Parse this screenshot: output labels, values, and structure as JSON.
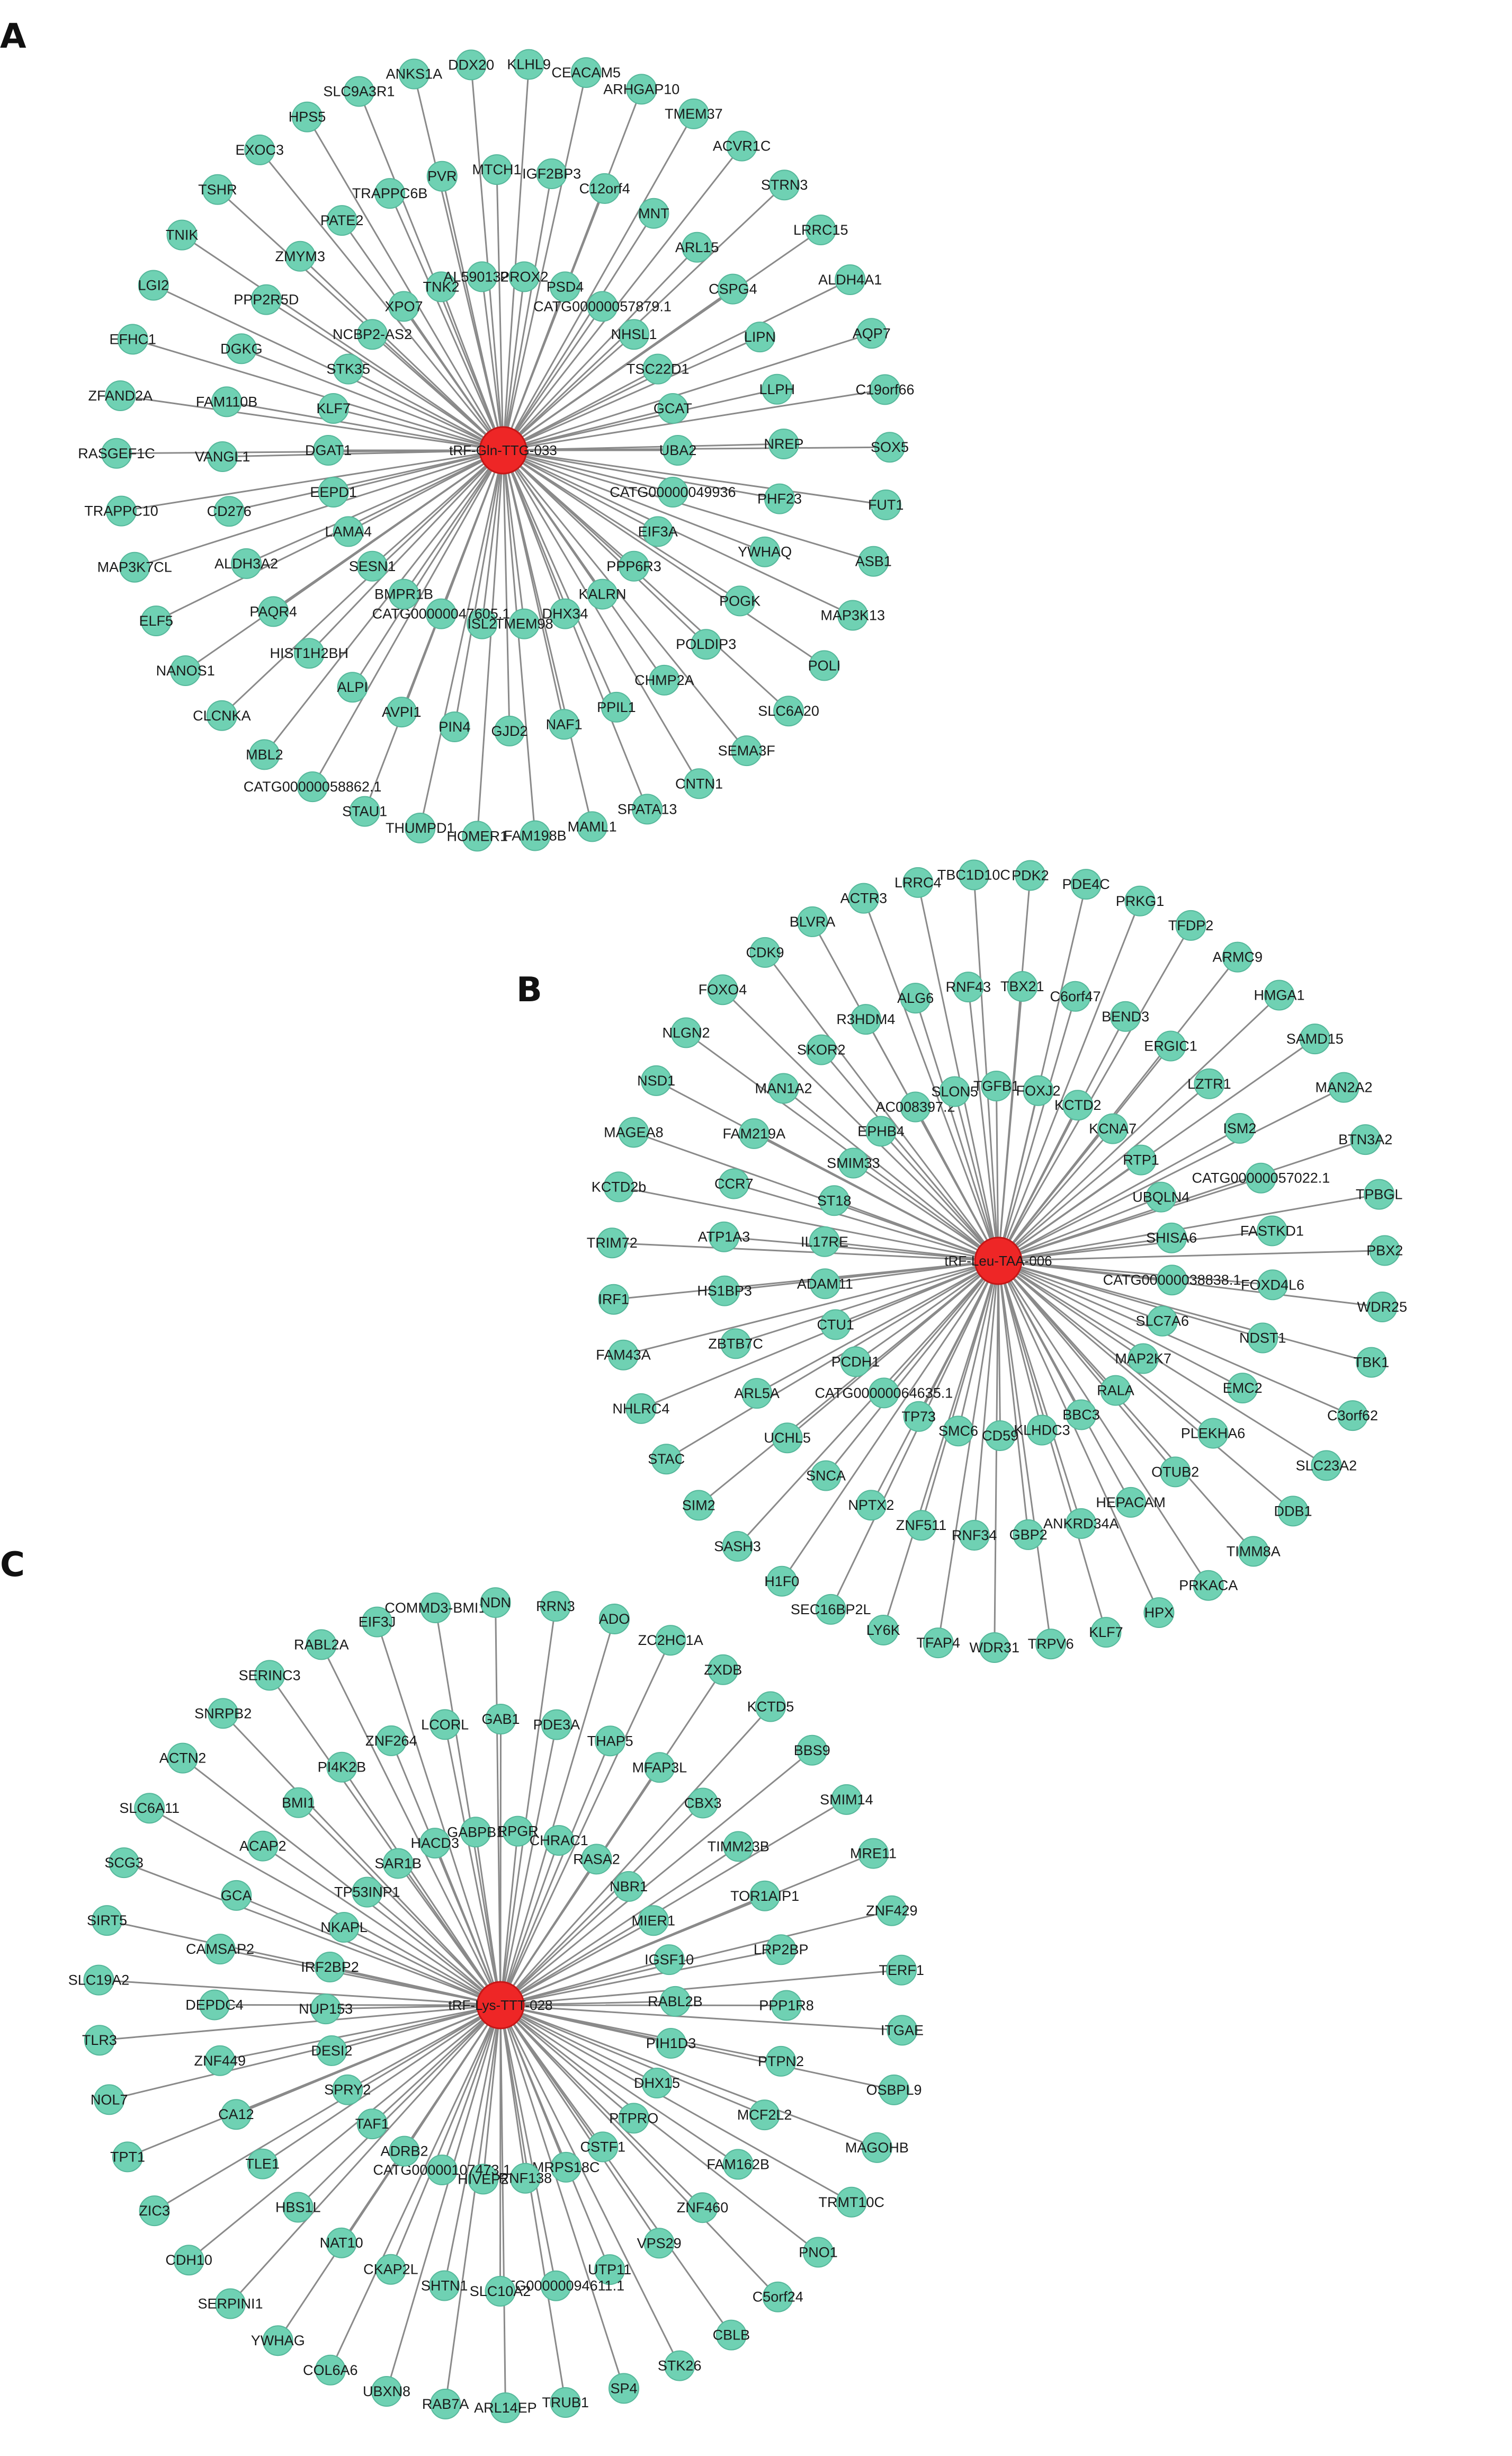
{
  "colors": {
    "leaf": "#6fd1b3",
    "leaf_stroke": "#56b89b",
    "hub": "#ee2626",
    "edge": "#8a8a8a"
  },
  "panels": [
    {
      "label": "A",
      "hub": "tRF-Gln-TTG-033",
      "nodes": [
        "UBA2",
        "CATG00000049936",
        "EIF3A",
        "PPP6R3",
        "KALRN",
        "DHX34",
        "TMEM98",
        "ISL2",
        "CATG00000047605.1",
        "BMPR1B",
        "SESN1",
        "LAMA4",
        "EEPD1",
        "DGAT1",
        "KLF7",
        "STK35",
        "NCBP2-AS2",
        "XPO7",
        "TNK2",
        "AL590132.1",
        "PROX2",
        "PSD4",
        "CATG00000057879.1",
        "NHSL1",
        "TSC22D1",
        "GCAT",
        "YWHAQ",
        "POGK",
        "POLDIP3",
        "CHMP2A",
        "PPIL1",
        "NAF1",
        "GJD2",
        "PIN4",
        "AVPI1",
        "ALPI",
        "HIST1H2BH",
        "PAQR4",
        "ALDH3A2",
        "CD276",
        "VANGL1",
        "FAM110B",
        "DGKG",
        "PPP2R5D",
        "ZMYM3",
        "PATE2",
        "TRAPPC6B",
        "PVR",
        "MTCH1",
        "IGF2BP3",
        "C12orf4",
        "MNT",
        "ARL15",
        "CSPG4",
        "LIPN",
        "LLPH",
        "NREP",
        "PHF23",
        "SLC6A20",
        "SEMA3F",
        "CNTN1",
        "SPATA13",
        "MAML1",
        "FAM198B",
        "HOMER1",
        "THUMPD1",
        "STAU1",
        "CATG00000058862.1",
        "MBL2",
        "CLCNKA",
        "NANOS1",
        "ELF5",
        "MAP3K7CL",
        "TRAPPC10",
        "RASGEF1C",
        "ZFAND2A",
        "EFHC1",
        "LGI2",
        "TNIK",
        "TSHR",
        "EXOC3",
        "HPS5",
        "SLC9A3R1",
        "ANKS1A",
        "DDX20",
        "KLHL9",
        "CEACAM5",
        "ARHGAP10",
        "TMEM37",
        "ACVR1C",
        "STRN3",
        "LRRC15",
        "ALDH4A1",
        "AQP7",
        "C19orf66",
        "SOX5",
        "FUT1",
        "ASB1",
        "MAP3K13",
        "POLI"
      ]
    },
    {
      "label": "B",
      "hub": "tRF-Leu-TAA-006",
      "nodes": [
        "CATG00000038838.1",
        "SLC7A6",
        "MAP2K7",
        "RALA",
        "BBC3",
        "KLHDC3",
        "CD59",
        "SMC6",
        "TP73",
        "CATG00000064635.1",
        "PCDH1",
        "CTU1",
        "ADAM11",
        "IL17RE",
        "ST18",
        "SMIM33",
        "EPHB4",
        "AC008397.2",
        "SLON5",
        "TGFB1",
        "FOXJ2",
        "KCTD2",
        "KCNA7",
        "RTP1",
        "UBQLN4",
        "SHISA6",
        "EMC2",
        "PLEKHA6",
        "OTUB2",
        "HEPACAM",
        "ANKRD34A",
        "GBP2",
        "RNF34",
        "ZNF511",
        "NPTX2",
        "SNCA",
        "UCHL5",
        "ARL5A",
        "ZBTB7C",
        "HS1BP3",
        "ATP1A3",
        "CCR7",
        "FAM219A",
        "MAN1A2",
        "SKOR2",
        "R3HDM4",
        "ALG6",
        "RNF43",
        "TBX21",
        "C6orf47",
        "BEND3",
        "ERGIC1",
        "LZTR1",
        "ISM2",
        "CATG00000057022.1",
        "FASTKD1",
        "FOXD4L6",
        "NDST1",
        "TIMM8A",
        "PRKACA",
        "HPX",
        "KLF7",
        "TRPV6",
        "WDR31",
        "TFAP4",
        "LY6K",
        "SEC16BP2L",
        "H1F0",
        "SASH3",
        "SIM2",
        "STAC",
        "NHLRC4",
        "FAM43A",
        "IRF1",
        "TRIM72",
        "KCTD2b",
        "MAGEA8",
        "NSD1",
        "NLGN2",
        "FOXO4",
        "CDK9",
        "BLVRA",
        "ACTR3",
        "LRRC4",
        "TBC1D10C",
        "PDK2",
        "PDE4C",
        "PRKG1",
        "TFDP2",
        "ARMC9",
        "HMGA1",
        "SAMD15",
        "MAN2A2",
        "BTN3A2",
        "TPBGL",
        "PBX2",
        "WDR25",
        "TBK1",
        "C3orf62",
        "SLC23A2",
        "DDB1"
      ]
    },
    {
      "label": "C",
      "hub": "tRF-Lys-TTT-028",
      "nodes": [
        "PIH1D3",
        "DHX15",
        "PTPRO",
        "CSTF1",
        "MRPS18C",
        "RNF138",
        "HIVEP2",
        "CATG00000107473.1",
        "ADRB2",
        "TAF1",
        "SPRY2",
        "DESI2",
        "NUP153",
        "IRF2BP2",
        "NKAPL",
        "TP53INP1",
        "SAR1B",
        "HACD3",
        "GABPB1",
        "RPGR",
        "CHRAC1",
        "RASA2",
        "NBR1",
        "MIER1",
        "IGSF10",
        "RABL2B",
        "FAM162B",
        "ZNF460",
        "VPS29",
        "UTP11",
        "CATG00000094611.1",
        "SLC10A2",
        "SHTN1",
        "CKAP2L",
        "NAT10",
        "HBS1L",
        "TLE1",
        "CA12",
        "ZNF449",
        "DEPDC4",
        "CAMSAP2",
        "GCA",
        "ACAP2",
        "BMI1",
        "PI4K2B",
        "ZNF264",
        "LCORL",
        "GAB1",
        "PDE3A",
        "THAP5",
        "MFAP3L",
        "CBX3",
        "TIMM23B",
        "TOR1AIP1",
        "LRP2BP",
        "PPP1R8",
        "PTPN2",
        "MCF2L2",
        "CBLB",
        "STK26",
        "SP4",
        "TRUB1",
        "ARL14EP",
        "RAB7A",
        "UBXN8",
        "COL6A6",
        "YWHAG",
        "SERPINI1",
        "CDH10",
        "ZIC3",
        "TPT1",
        "NOL7",
        "TLR3",
        "SLC19A2",
        "SIRT5",
        "SCG3",
        "SLC6A11",
        "ACTN2",
        "SNRPB2",
        "SERINC3",
        "RABL2A",
        "EIF3J",
        "COMMD3-BMI1",
        "NDN",
        "RRN3",
        "ADO",
        "ZC2HC1A",
        "ZXDB",
        "KCTD5",
        "BBS9",
        "SMIM14",
        "MRE11",
        "ZNF429",
        "TERF1",
        "ITGAE",
        "OSBPL9",
        "MAGOHB",
        "TRMT10C",
        "PNO1",
        "C5orf24"
      ]
    }
  ]
}
